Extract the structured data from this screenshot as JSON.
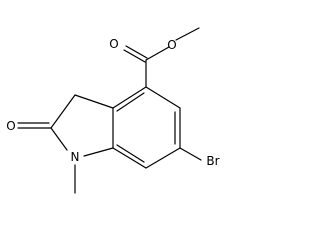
{
  "molecule": {
    "atom_labels": {
      "ester_o_carbonyl": "O",
      "ester_o_ether": "O",
      "lactam_o": "O",
      "ring_n": "N",
      "bromo": "Br"
    }
  },
  "colors": {
    "bond": "#000000",
    "label": "#000000",
    "background": "#ffffff"
  }
}
